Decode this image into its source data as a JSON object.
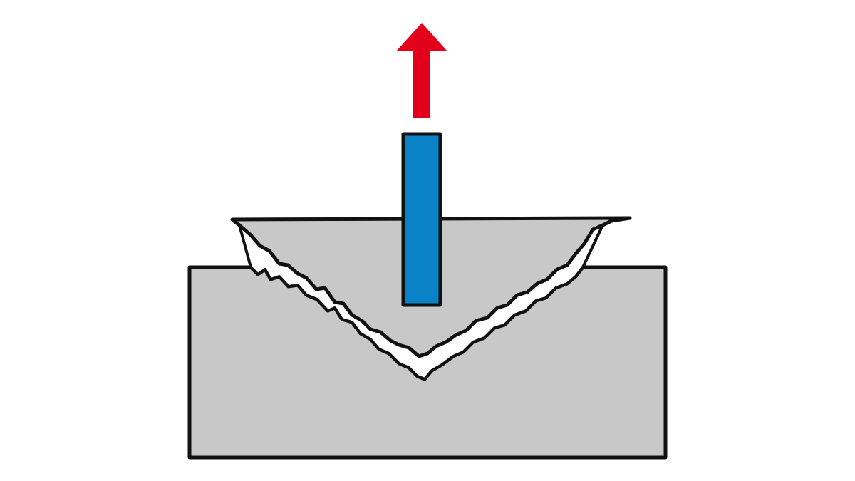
{
  "diagram": {
    "subject": "anchor-pull-out-concrete-cone-failure",
    "colors": {
      "background": "#ffffff",
      "concrete": "#c8c8c8",
      "crack": "#ffffff",
      "outline": "#111111",
      "anchor": "#0a82c8",
      "force_arrow": "#e3001b"
    },
    "elements": {
      "force_arrow": {
        "direction": "up",
        "icon": "arrow-up-icon"
      },
      "anchor": {
        "shape": "vertical-rod"
      },
      "concrete_base": {
        "shape": "rectangular-block"
      },
      "concrete_cone": {
        "shape": "breakout-cone"
      }
    }
  }
}
